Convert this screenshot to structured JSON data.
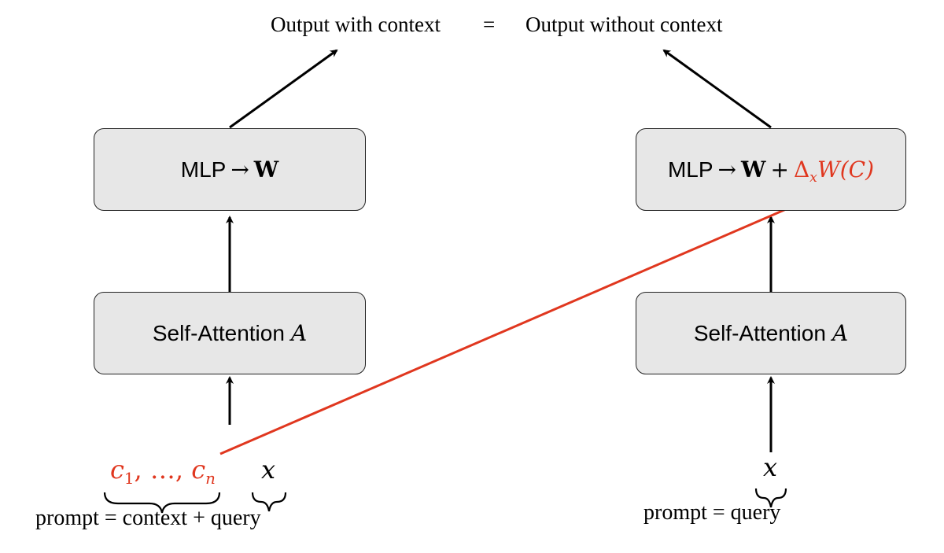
{
  "header": {
    "left": "Output with context",
    "equals": "=",
    "right": "Output without context"
  },
  "left_column": {
    "mlp": {
      "prefix": "MLP",
      "arrow": "→",
      "weight": "W"
    },
    "attention": {
      "label": "Self-Attention",
      "symbol": "A"
    },
    "tokens": {
      "c_first": "c",
      "c_first_sub": "1",
      "ellipsis": ", …,",
      "c_last": "c",
      "c_last_sub": "n",
      "query": "x"
    },
    "caption": "prompt = context + query"
  },
  "right_column": {
    "mlp": {
      "prefix": "MLP",
      "arrow": "→",
      "weight": "W",
      "plus": "+",
      "delta": "Δ",
      "delta_sub": "x",
      "w": "W",
      "arg": "(C)"
    },
    "attention": {
      "label": "Self-Attention",
      "symbol": "A"
    },
    "query": "x",
    "caption": "prompt = query"
  },
  "colors": {
    "accent_red": "#e0371f",
    "box_fill": "#e7e7e7",
    "stroke": "#222222"
  }
}
